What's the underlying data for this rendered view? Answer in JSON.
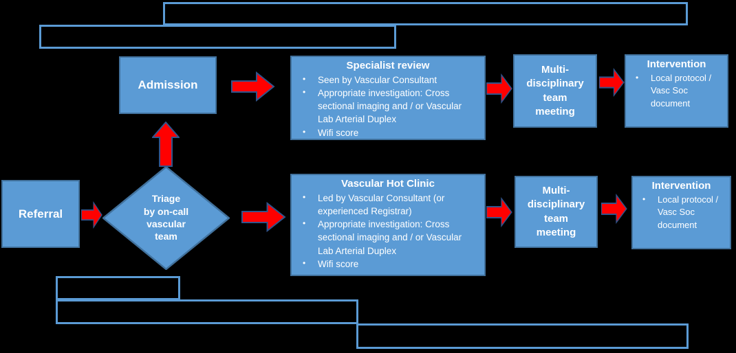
{
  "palette": {
    "background": "#000000",
    "node_fill": "#5B9BD5",
    "node_border": "#41719C",
    "outline_box_border": "#5B9BD5",
    "arrow_fill": "#FF0000",
    "arrow_outline": "#31548C",
    "text_color": "#FFFFFF"
  },
  "flowchart": {
    "referral": {
      "label": "Referral"
    },
    "triage": {
      "label": "Triage\nby on-call\nvascular\nteam"
    },
    "admission": {
      "label": "Admission"
    },
    "specialist_review": {
      "title": "Specialist review",
      "bullets": [
        "Seen by Vascular Consultant",
        "Appropriate investigation: Cross sectional imaging and / or Vascular Lab Arterial Duplex",
        "Wifi score"
      ]
    },
    "hot_clinic": {
      "title": "Vascular Hot Clinic",
      "bullets": [
        "Led by Vascular Consultant (or experienced Registrar)",
        "Appropriate investigation: Cross sectional imaging and / or Vascular Lab Arterial Duplex",
        "Wifi score"
      ]
    },
    "mdt_top": {
      "label": "Multi-\ndisciplinary\nteam\nmeeting"
    },
    "mdt_bottom": {
      "label": "Multi-\ndisciplinary\nteam\nmeeting"
    },
    "intervention_top": {
      "title": "Intervention",
      "bullets": [
        "Local protocol / Vasc Soc document"
      ]
    },
    "intervention_bottom": {
      "title": "Intervention",
      "bullets": [
        "Local protocol / Vasc Soc document"
      ]
    }
  }
}
